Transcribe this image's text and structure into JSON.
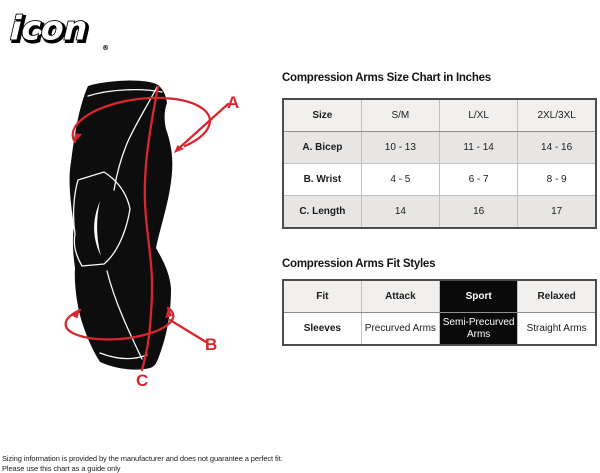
{
  "logo": {
    "text": "icon",
    "registered_mark": "®"
  },
  "illustration": {
    "accent_red": "#d7262d",
    "labels": {
      "bicep": "A",
      "wrist": "B",
      "length": "C"
    }
  },
  "size_chart": {
    "title": "Compression Arms Size Chart in Inches",
    "columns": [
      "Size",
      "S/M",
      "L/XL",
      "2XL/3XL"
    ],
    "rows": [
      {
        "label": "A. Bicep",
        "values": [
          "10 - 13",
          "11 - 14",
          "14 - 16"
        ]
      },
      {
        "label": "B. Wrist",
        "values": [
          "4 - 5",
          "6 - 7",
          "8 - 9"
        ]
      },
      {
        "label": "C. Length",
        "values": [
          "14",
          "16",
          "17"
        ]
      }
    ]
  },
  "fit_styles": {
    "title": "Compression Arms Fit Styles",
    "columns": [
      "Fit",
      "Attack",
      "Sport",
      "Relaxed"
    ],
    "highlighted_column": "Sport",
    "rows": [
      {
        "label": "Sleeves",
        "values": [
          "Precurved Arms",
          "Semi-Precurved Arms",
          "Straight Arms"
        ]
      }
    ]
  },
  "footer": {
    "line1": "Sizing information is provided by the manufacturer and does not guarantee a perfect fit.",
    "line2": "Please use this chart as a guide only"
  }
}
